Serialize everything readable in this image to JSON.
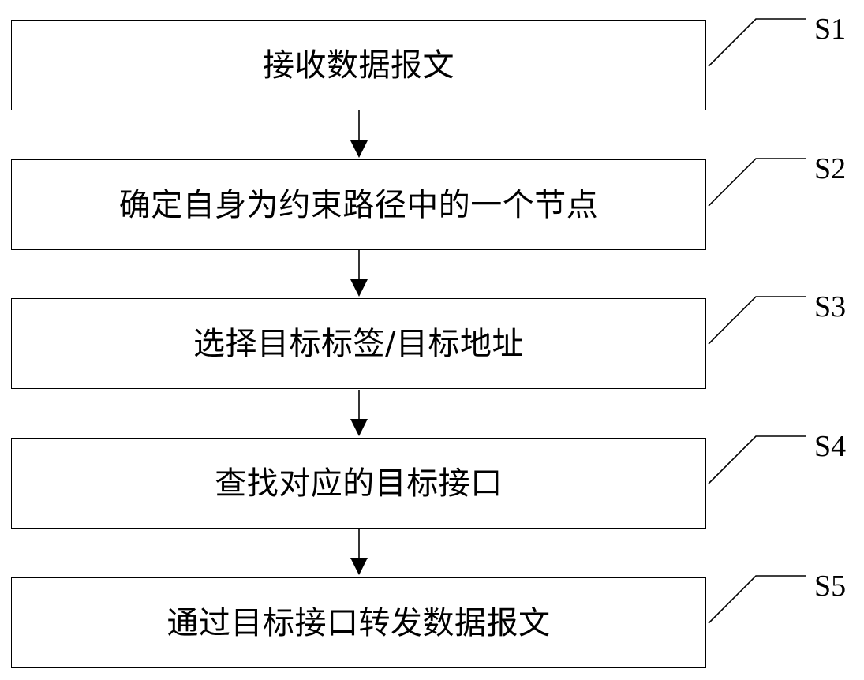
{
  "flowchart": {
    "steps": [
      {
        "label": "S1",
        "text": "接收数据报文"
      },
      {
        "label": "S2",
        "text": "确定自身为约束路径中的一个节点"
      },
      {
        "label": "S3",
        "text": "选择目标标签/目标地址"
      },
      {
        "label": "S4",
        "text": "查找对应的目标接口"
      },
      {
        "label": "S5",
        "text": "通过目标接口转发数据报文"
      }
    ],
    "line_color": "#000000"
  }
}
